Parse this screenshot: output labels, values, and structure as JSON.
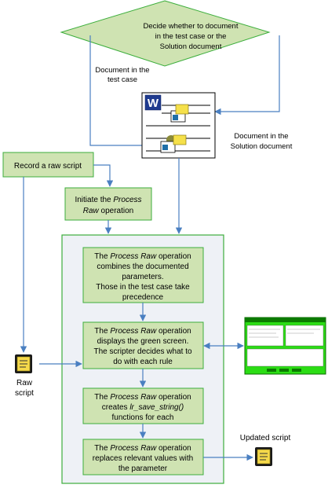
{
  "decision": {
    "line1": "Decide whether to document",
    "line2": "in the test case or the",
    "line3": "Solution document"
  },
  "labels": {
    "doc_test_case_1": "Document in the",
    "doc_test_case_2": "test case",
    "doc_solution_1": "Document in the",
    "doc_solution_2": "Solution document",
    "raw_script_1": "Raw",
    "raw_script_2": "script",
    "updated_script": "Updated script"
  },
  "boxes": {
    "record": "Record a raw script",
    "initiate_1": "Initiate the ",
    "initiate_1_em": "Process",
    "initiate_2_em": "Raw",
    "initiate_2": " operation",
    "step1": {
      "l1a": "The ",
      "l1em": "Process Raw",
      "l1b": " operation",
      "l2": "combines the documented",
      "l3": "parameters.",
      "l4": "Those in the test case take",
      "l5": "precedence"
    },
    "step2": {
      "l1a": "The ",
      "l1em": "Process Raw",
      "l1b": " operation",
      "l2": "displays the green screen.",
      "l3": "The scripter decides what to",
      "l4": "do with each rule"
    },
    "step3": {
      "l1a": "The ",
      "l1em": "Process Raw",
      "l1b": " operation",
      "l2a": "creates ",
      "l2em": "lr_save_string()",
      "l3": "functions for each"
    },
    "step4": {
      "l1a": "The ",
      "l1em": "Process Raw",
      "l1b": " operation",
      "l2": "replaces relevant values with",
      "l3": "the parameter"
    }
  },
  "colors": {
    "green_fill": "#cfe3b2",
    "green_border": "#3cae3c",
    "arrow": "#4a7fc1",
    "panel": "#eef1f6",
    "diamond": "#cfe3b2",
    "screen_green": "#2bdd14"
  },
  "icons": {
    "word_doc": "word-document-icon",
    "scroll": "script-scroll-icon",
    "screen": "green-screen-thumbnail"
  }
}
